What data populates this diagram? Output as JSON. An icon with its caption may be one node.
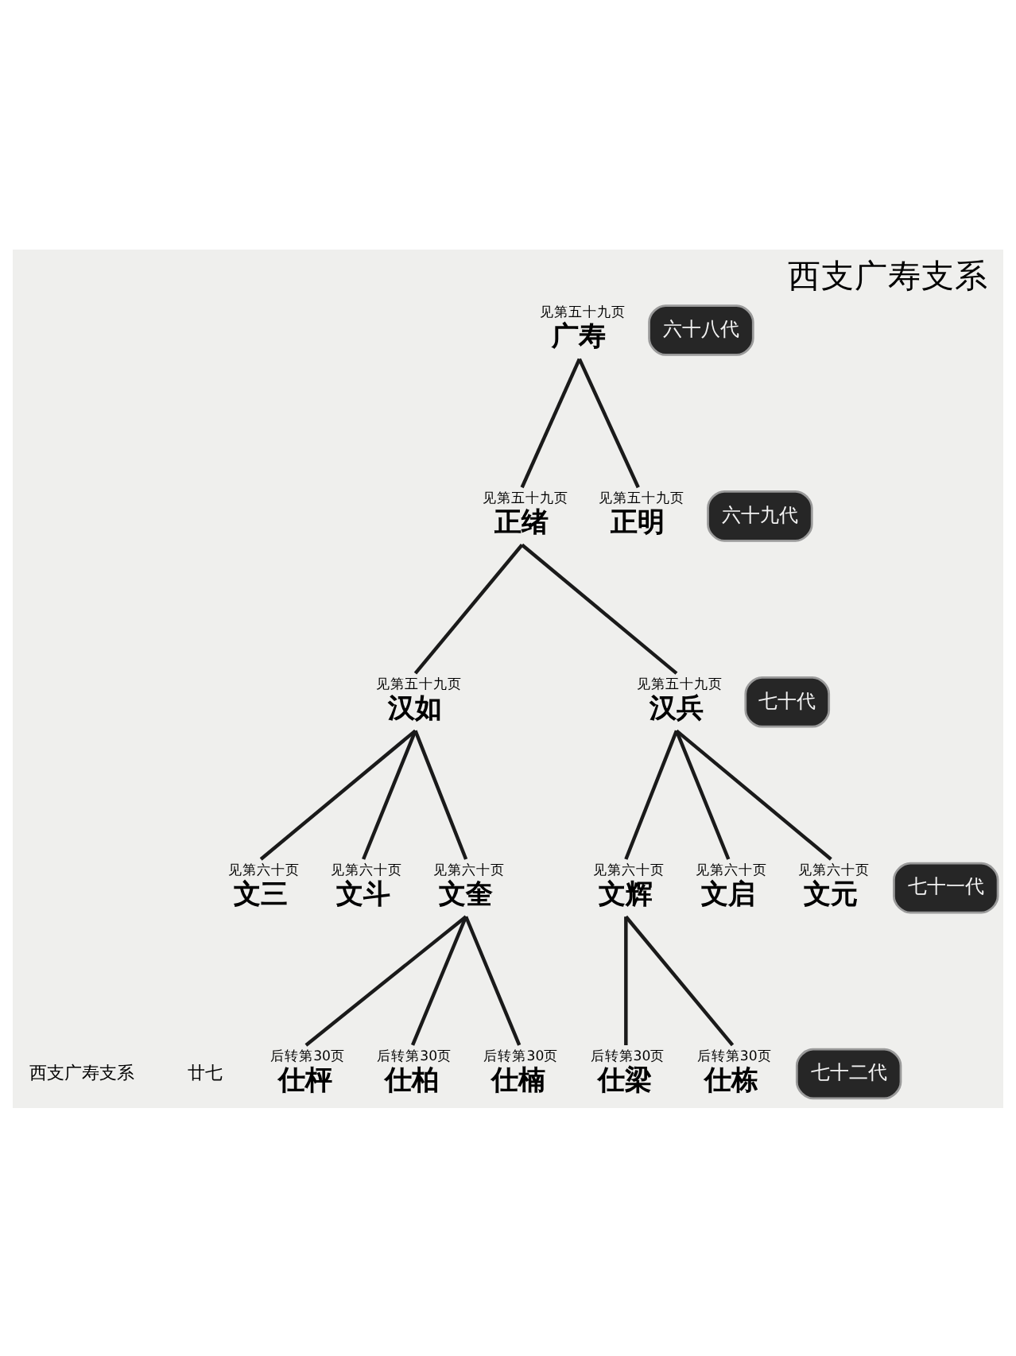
{
  "diagram": {
    "title": "西支广寿支系",
    "nodes": [
      {
        "text": [
          "六十八代"
        ]
      },
      {
        "text": [
          "广寿"
        ],
        "beside": [
          "见第五十九页"
        ]
      },
      {
        "text": [
          "六十九代"
        ]
      },
      {
        "text": [
          "正明"
        ],
        "beside": [
          "见第五十九页"
        ]
      },
      {
        "text": [
          "正绪"
        ],
        "beside": [
          "见第五十九页"
        ]
      },
      {
        "text": [
          "七十代"
        ]
      },
      {
        "text": [
          "汉兵"
        ],
        "beside": [
          "见第五十九页"
        ]
      },
      {
        "text": [
          "汉如"
        ],
        "beside": [
          "见第五十九页"
        ]
      },
      {
        "text": [
          "七十一代"
        ]
      },
      {
        "text": [
          "文元"
        ],
        "beside": [
          "见第六十页"
        ]
      },
      {
        "text": [
          "文启"
        ],
        "beside": [
          "见第六十页"
        ]
      },
      {
        "text": [
          "文辉"
        ],
        "beside": [
          "见第六十页"
        ]
      },
      {
        "text": [
          "文奎"
        ],
        "beside": [
          "见第六十页"
        ]
      },
      {
        "text": [
          "文斗"
        ],
        "beside": [
          "见第六十页"
        ]
      },
      {
        "text": [
          "文三"
        ],
        "beside": [
          "见第六十页"
        ]
      },
      {
        "text": [
          "七十二代"
        ]
      },
      {
        "text": [
          "仕栋"
        ],
        "beside": [
          "后转第30页"
        ]
      },
      {
        "text": [
          "仕梁"
        ],
        "beside": [
          "后转第30页"
        ]
      },
      {
        "text": [
          "仕楠"
        ],
        "beside": [
          "后转第30页"
        ]
      },
      {
        "text": [
          "仕柏"
        ],
        "beside": [
          "后转第30页"
        ]
      },
      {
        "text": [
          "仕枰"
        ],
        "beside": [
          "后转第30页"
        ]
      }
    ],
    "edges": [
      {
        "from": 1,
        "to": 3,
        "arrow": "none"
      },
      {
        "from": 1,
        "to": 4,
        "arrow": "none"
      },
      {
        "from": 4,
        "to": 6,
        "arrow": "none"
      },
      {
        "from": 4,
        "to": 7,
        "arrow": "none"
      },
      {
        "from": 6,
        "to": 9,
        "arrow": "none"
      },
      {
        "from": 6,
        "to": 10,
        "arrow": "none"
      },
      {
        "from": 6,
        "to": 11,
        "arrow": "none"
      },
      {
        "from": 7,
        "to": 12,
        "arrow": "none"
      },
      {
        "from": 7,
        "to": 13,
        "arrow": "none"
      },
      {
        "from": 7,
        "to": 14,
        "arrow": "none"
      },
      {
        "from": 11,
        "to": 16,
        "arrow": "none"
      },
      {
        "from": 11,
        "to": 17,
        "arrow": "none"
      },
      {
        "from": 12,
        "to": 18,
        "arrow": "none"
      },
      {
        "from": 12,
        "to": 19,
        "arrow": "none"
      },
      {
        "from": 12,
        "to": 20,
        "arrow": "none"
      }
    ],
    "labels": [
      "西支广寿支系",
      "廿七"
    ]
  }
}
